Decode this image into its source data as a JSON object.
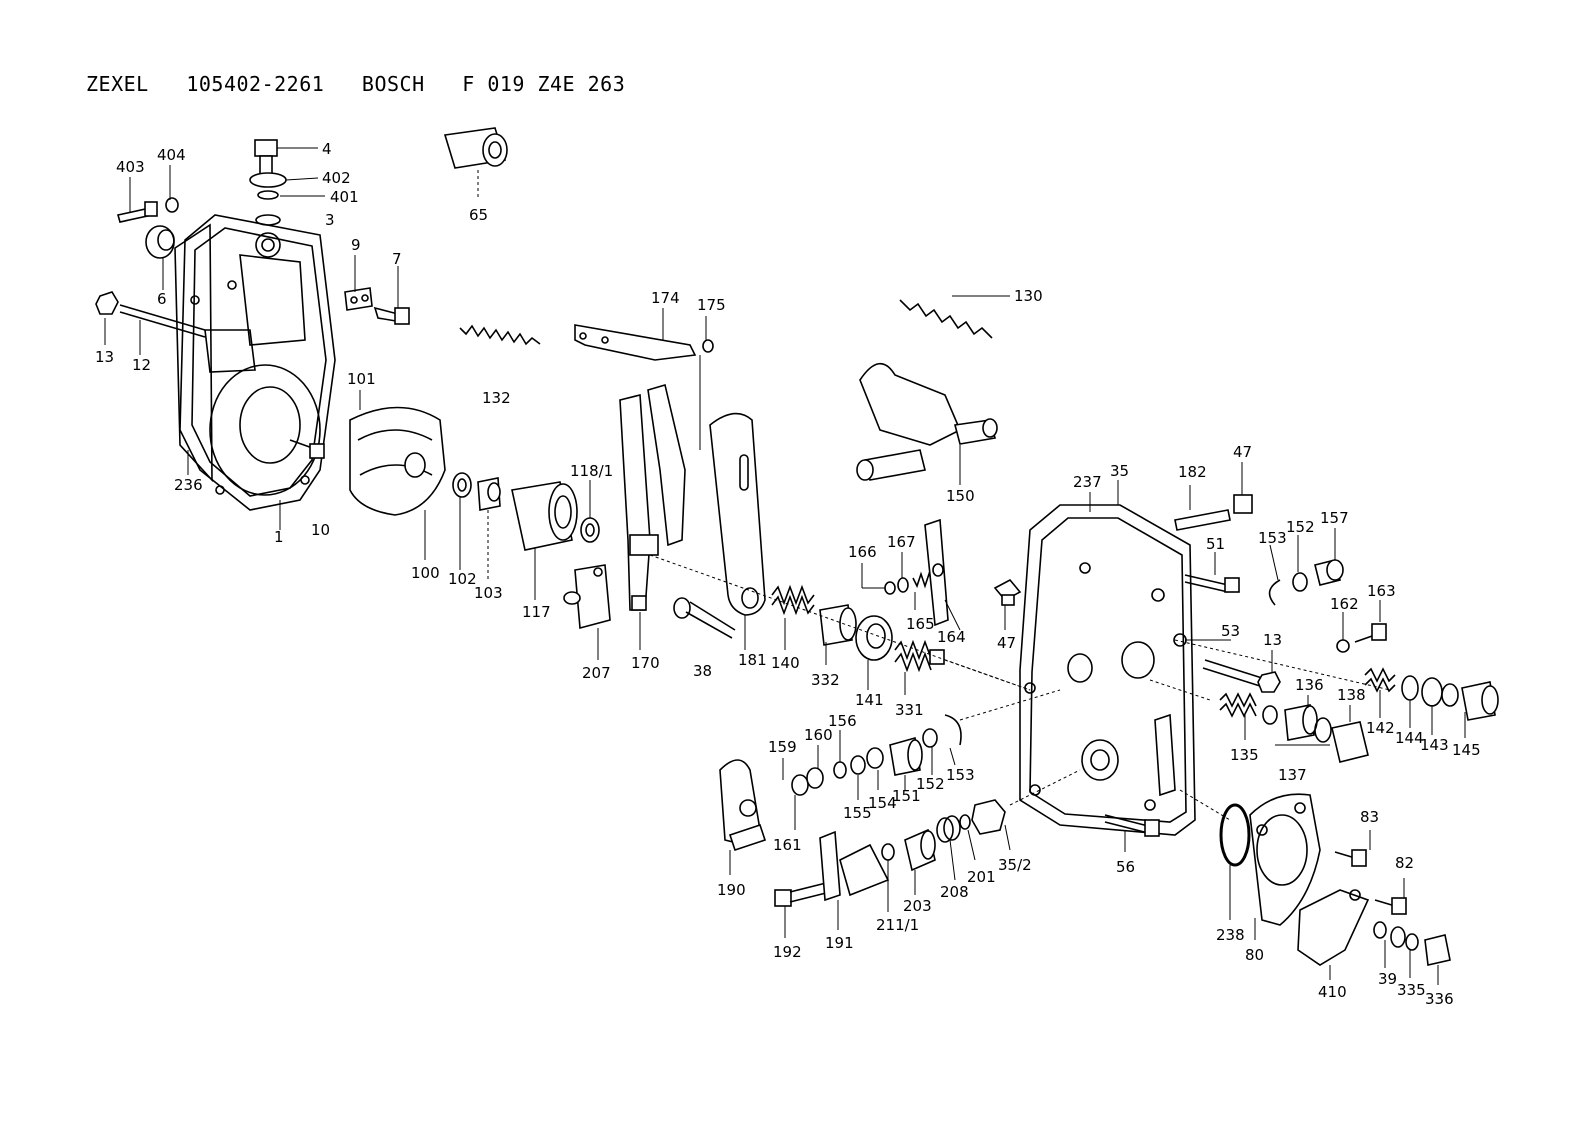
{
  "title": "ZEXEL   105402-2261   BOSCH   F 019 Z4E 263",
  "parts": [
    {
      "id": "p4",
      "label": "4"
    },
    {
      "id": "p402",
      "label": "402"
    },
    {
      "id": "p401",
      "label": "401"
    },
    {
      "id": "p3",
      "label": "3"
    },
    {
      "id": "p403",
      "label": "403"
    },
    {
      "id": "p404",
      "label": "404"
    },
    {
      "id": "p65",
      "label": "65"
    },
    {
      "id": "p9",
      "label": "9"
    },
    {
      "id": "p7",
      "label": "7"
    },
    {
      "id": "p6",
      "label": "6"
    },
    {
      "id": "p13a",
      "label": "13"
    },
    {
      "id": "p12",
      "label": "12"
    },
    {
      "id": "p132",
      "label": "132"
    },
    {
      "id": "p101",
      "label": "101"
    },
    {
      "id": "p236",
      "label": "236"
    },
    {
      "id": "p1",
      "label": "1"
    },
    {
      "id": "p10",
      "label": "10"
    },
    {
      "id": "p100",
      "label": "100"
    },
    {
      "id": "p102",
      "label": "102"
    },
    {
      "id": "p103",
      "label": "103"
    },
    {
      "id": "p117",
      "label": "117"
    },
    {
      "id": "p118_1",
      "label": "118/1"
    },
    {
      "id": "p174",
      "label": "174"
    },
    {
      "id": "p175",
      "label": "175"
    },
    {
      "id": "p207",
      "label": "207"
    },
    {
      "id": "p170",
      "label": "170"
    },
    {
      "id": "p38",
      "label": "38"
    },
    {
      "id": "p181",
      "label": "181"
    },
    {
      "id": "p130",
      "label": "130"
    },
    {
      "id": "p150",
      "label": "150"
    },
    {
      "id": "p140",
      "label": "140"
    },
    {
      "id": "p332",
      "label": "332"
    },
    {
      "id": "p141",
      "label": "141"
    },
    {
      "id": "p331",
      "label": "331"
    },
    {
      "id": "p166",
      "label": "166"
    },
    {
      "id": "p167",
      "label": "167"
    },
    {
      "id": "p165",
      "label": "165"
    },
    {
      "id": "p164",
      "label": "164"
    },
    {
      "id": "p47a",
      "label": "47"
    },
    {
      "id": "p237",
      "label": "237"
    },
    {
      "id": "p35",
      "label": "35"
    },
    {
      "id": "p182",
      "label": "182"
    },
    {
      "id": "p47b",
      "label": "47"
    },
    {
      "id": "p51",
      "label": "51"
    },
    {
      "id": "p153a",
      "label": "153"
    },
    {
      "id": "p152a",
      "label": "152"
    },
    {
      "id": "p157",
      "label": "157"
    },
    {
      "id": "p162",
      "label": "162"
    },
    {
      "id": "p163",
      "label": "163"
    },
    {
      "id": "p53",
      "label": "53"
    },
    {
      "id": "p13b",
      "label": "13"
    },
    {
      "id": "p136",
      "label": "136"
    },
    {
      "id": "p138",
      "label": "138"
    },
    {
      "id": "p135",
      "label": "135"
    },
    {
      "id": "p137",
      "label": "137"
    },
    {
      "id": "p142",
      "label": "142"
    },
    {
      "id": "p144",
      "label": "144"
    },
    {
      "id": "p143",
      "label": "143"
    },
    {
      "id": "p145",
      "label": "145"
    },
    {
      "id": "p159",
      "label": "159"
    },
    {
      "id": "p160",
      "label": "160"
    },
    {
      "id": "p156",
      "label": "156"
    },
    {
      "id": "p155",
      "label": "155"
    },
    {
      "id": "p154",
      "label": "154"
    },
    {
      "id": "p151",
      "label": "151"
    },
    {
      "id": "p152b",
      "label": "152"
    },
    {
      "id": "p153b",
      "label": "153"
    },
    {
      "id": "p161",
      "label": "161"
    },
    {
      "id": "p190",
      "label": "190"
    },
    {
      "id": "p192",
      "label": "192"
    },
    {
      "id": "p191",
      "label": "191"
    },
    {
      "id": "p211_1",
      "label": "211/1"
    },
    {
      "id": "p203",
      "label": "203"
    },
    {
      "id": "p208",
      "label": "208"
    },
    {
      "id": "p201",
      "label": "201"
    },
    {
      "id": "p35_2",
      "label": "35/2"
    },
    {
      "id": "p56",
      "label": "56"
    },
    {
      "id": "p83",
      "label": "83"
    },
    {
      "id": "p82",
      "label": "82"
    },
    {
      "id": "p238",
      "label": "238"
    },
    {
      "id": "p80",
      "label": "80"
    },
    {
      "id": "p410",
      "label": "410"
    },
    {
      "id": "p39",
      "label": "39"
    },
    {
      "id": "p335",
      "label": "335"
    },
    {
      "id": "p336",
      "label": "336"
    }
  ]
}
